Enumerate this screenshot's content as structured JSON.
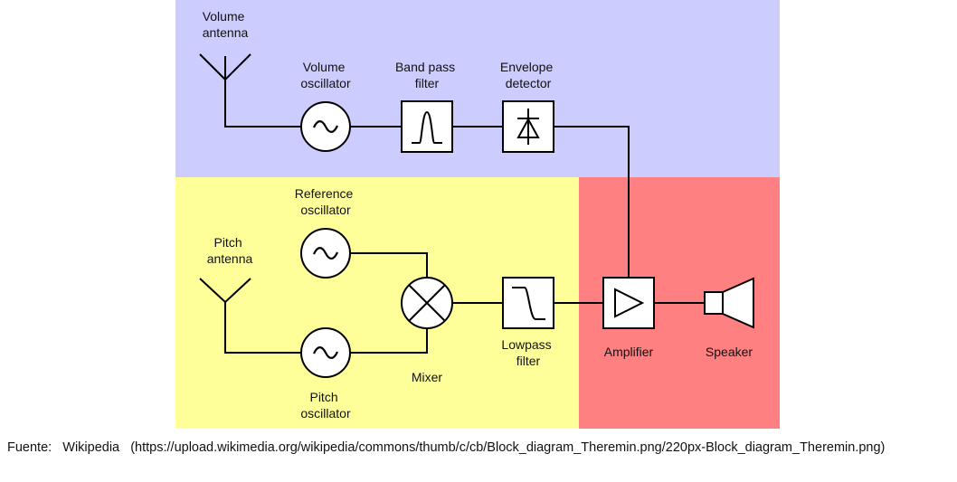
{
  "colors": {
    "volume_section": "#ccccff",
    "pitch_section": "#ffff99",
    "output_section": "#ff8080"
  },
  "labels": {
    "volume_antenna": [
      "Volume",
      "antenna"
    ],
    "volume_oscillator": [
      "Volume",
      "oscillator"
    ],
    "band_pass_filter": [
      "Band pass",
      "filter"
    ],
    "envelope_detector": [
      "Envelope",
      "detector"
    ],
    "reference_oscillator": [
      "Reference",
      "oscillator"
    ],
    "pitch_antenna": [
      "Pitch",
      "antenna"
    ],
    "pitch_oscillator": [
      "Pitch",
      "oscillator"
    ],
    "mixer": "Mixer",
    "lowpass_filter": [
      "Lowpass",
      "filter"
    ],
    "amplifier": "Amplifier",
    "speaker": "Speaker"
  },
  "caption": {
    "source_label": "Fuente:",
    "source_name": "Wikipedia",
    "source_url": "(https://upload.wikimedia.org/wikipedia/commons/thumb/c/cb/Block_diagram_Theremin.png/220px-Block_diagram_Theremin.png)"
  }
}
